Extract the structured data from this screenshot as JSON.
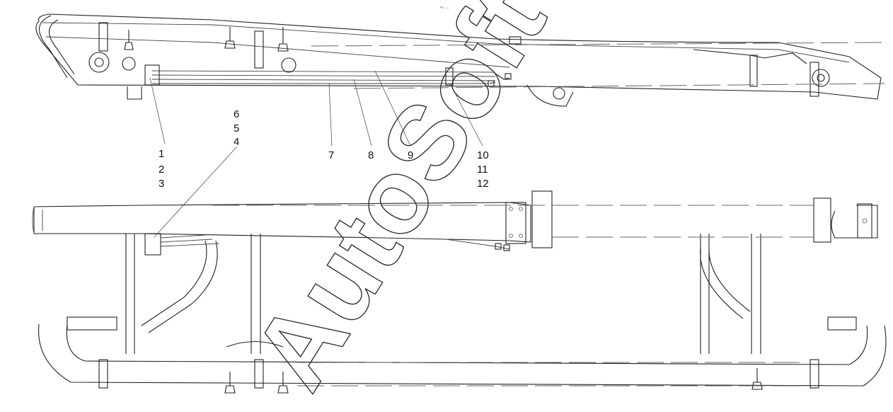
{
  "header_mark": "=₁ …",
  "watermark": "AutoSoft",
  "callouts": [
    "1",
    "2",
    "3",
    "4",
    "5",
    "6",
    "7",
    "8",
    "9",
    "10",
    "11",
    "12"
  ],
  "colors": {
    "line": "#222222",
    "background": "#ffffff"
  }
}
